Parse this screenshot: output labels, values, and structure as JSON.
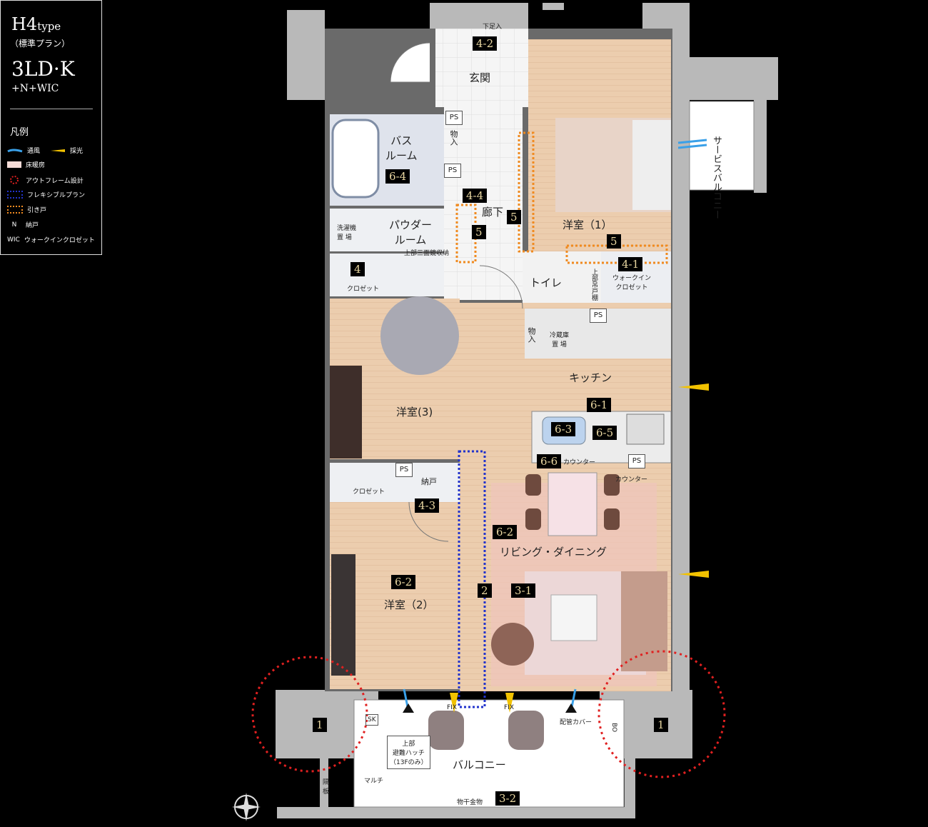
{
  "legend": {
    "type_code": "H4",
    "type_word": "type",
    "plan_note": "（標準プラン）",
    "layout": "3LD·K",
    "layout_extra": "+N+WIC",
    "heading": "凡例",
    "items": [
      {
        "icon": "ventilation-icon",
        "label": "通風",
        "color": "#3aa0e8"
      },
      {
        "icon": "daylight-icon",
        "label": "採光",
        "color": "#f2c200"
      },
      {
        "icon": "floor-heating-swatch",
        "label": "床暖房",
        "color": "#f6dcd8"
      },
      {
        "icon": "outframe-icon",
        "label": "アウトフレーム設計",
        "color": "#e02020"
      },
      {
        "icon": "flexible-plan-icon",
        "label": "フレキシブルプラン",
        "color": "#2233cc"
      },
      {
        "icon": "sliding-door-icon",
        "label": "引き戸",
        "color": "#f08a20"
      },
      {
        "icon": "N",
        "label": "納戸"
      },
      {
        "icon": "WIC",
        "label": "ウォークインクロゼット"
      }
    ]
  },
  "rooms": {
    "entrance": "玄関",
    "bath": "バス\nルーム",
    "powder": "パウダー\nルーム",
    "washer": "洗濯機\n置 場",
    "mirror_storage": "上部三面鏡収納",
    "closet": "クロゼット",
    "hallway": "廊下",
    "storage": "物入",
    "toilet": "トイレ",
    "upper_cabinet": "上部吊戸棚",
    "wic": "ウォークイン\nクロゼット",
    "fridge": "冷蔵庫\n置 場",
    "kitchen": "キッチン",
    "western1": "洋室（1）",
    "western2": "洋室（2）",
    "western3": "洋室(3)",
    "nando": "納戸",
    "living": "リビング・ダイニング",
    "counter": "カウンター",
    "balcony": "バルコニー",
    "service_balcony": "サービスバルコニー",
    "hatch": "上部\n避難ハッチ\n（13Fのみ）",
    "clothes_dryer": "物干金物",
    "pipe_cover": "配管カバー",
    "partition": "隔\n板",
    "multi": "マルチ",
    "sk": "SK",
    "bo": "BO",
    "fix": "FIX",
    "ps": "PS",
    "shoes": "下足入"
  },
  "tags": {
    "t42": "4-2",
    "t44": "4-4",
    "t5a": "5",
    "t5b": "5",
    "t5c": "5",
    "t41": "4-1",
    "t64": "6-4",
    "t4": "4",
    "t61": "6-1",
    "t63": "6-3",
    "t65": "6-5",
    "t66": "6-6",
    "t43": "4-3",
    "t62a": "6-2",
    "t62b": "6-2",
    "t2": "2",
    "t31": "3-1",
    "t32": "3-2",
    "t1a": "1",
    "t1b": "1"
  }
}
